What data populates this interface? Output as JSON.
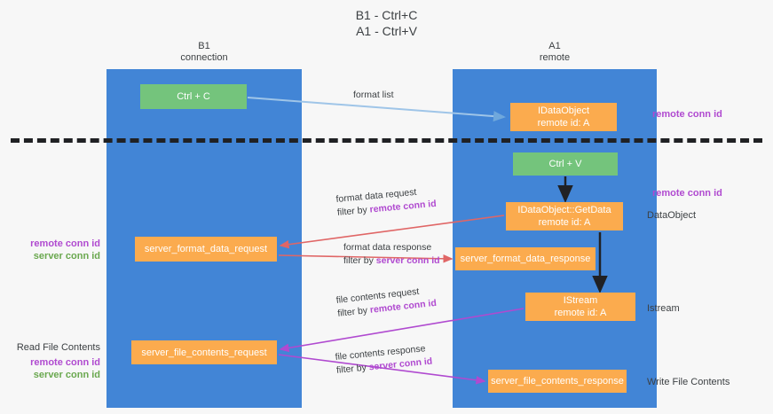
{
  "title": {
    "line1": "B1 - Ctrl+C",
    "line2": "A1 - Ctrl+V"
  },
  "columns": {
    "left": {
      "name": "B1",
      "role": "connection"
    },
    "right": {
      "name": "A1",
      "role": "remote"
    }
  },
  "nodes": {
    "ctrl_c": {
      "label": "Ctrl + C",
      "color": "#74c47c"
    },
    "idataobject": {
      "line1": "IDataObject",
      "line2": "remote id: A",
      "color": "#fbab4e"
    },
    "ctrl_v": {
      "label": "Ctrl + V",
      "color": "#74c47c"
    },
    "getdata": {
      "line1": "IDataObject::GetData",
      "line2": "remote id: A",
      "color": "#fbab4e"
    },
    "server_format_data_request": {
      "label": "server_format_data_request",
      "color": "#fbab4e"
    },
    "server_format_data_response": {
      "label": "server_format_data_response",
      "color": "#fbab4e"
    },
    "istream": {
      "line1": "IStream",
      "line2": "remote id: A",
      "color": "#fbab4e"
    },
    "server_file_contents_request": {
      "label": "server_file_contents_request",
      "color": "#fbab4e"
    },
    "server_file_contents_response": {
      "label": "server_file_contents_response",
      "color": "#fbab4e"
    }
  },
  "edges": {
    "format_list": {
      "label": "format list"
    },
    "format_data_request": {
      "line1": "format data request",
      "line2_prefix": "filter by ",
      "line2_key": "remote conn id"
    },
    "format_data_response": {
      "line1": "format data response",
      "line2_prefix": "filter by ",
      "line2_key": "server conn id"
    },
    "file_contents_request": {
      "line1": "file contents request",
      "line2_prefix": "filter by ",
      "line2_key": "remote conn id"
    },
    "file_contents_response": {
      "line1": "file contents response",
      "line2_prefix": "filter by ",
      "line2_key": "server conn id"
    }
  },
  "annotations": {
    "right_remote_conn_id_top": "remote conn id",
    "right_remote_conn_id_mid": "remote conn id",
    "right_dataobject": "DataObject",
    "right_istream": "Istream",
    "right_write_file_contents": "Write File Contents",
    "left_remote_conn_id_mid": "remote conn id",
    "left_server_conn_id_mid": "server conn id",
    "left_read_file_contents": "Read File Contents",
    "left_remote_conn_id_bot": "remote conn id",
    "left_server_conn_id_bot": "server conn id"
  },
  "colors": {
    "lane": "#4285d6",
    "green_node": "#74c47c",
    "orange_node": "#fbab4e",
    "purple_key": "#b04ad0",
    "green_key": "#6aa84f",
    "arrow_blue": "#9fc5e8",
    "arrow_red": "#e06666",
    "arrow_magenta": "#b04ad0",
    "arrow_black": "#202124",
    "background": "#f7f7f7",
    "text": "#3c4043"
  }
}
